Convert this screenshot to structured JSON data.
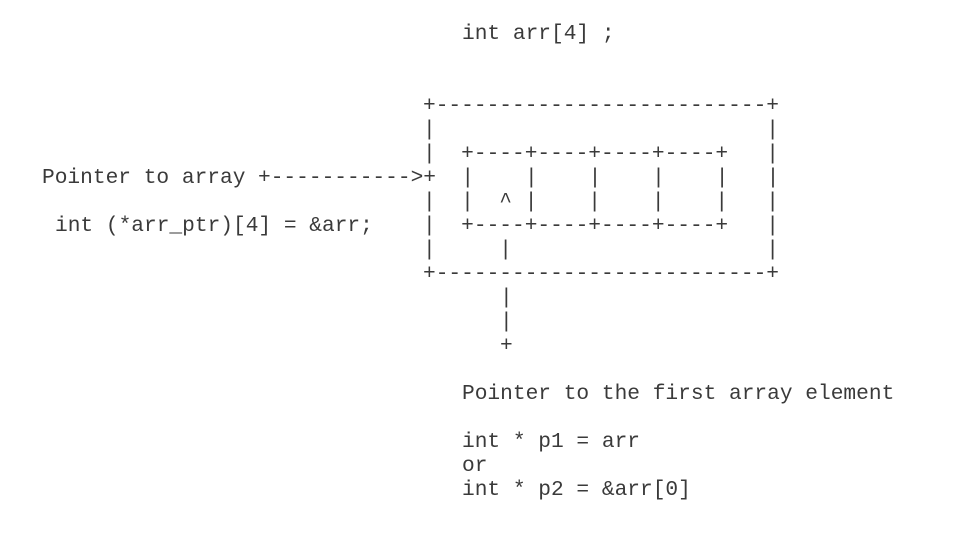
{
  "title": "int arr[4] ;",
  "array_pointer": {
    "label": "Pointer to array",
    "code": "int (*arr_ptr)[4] = &arr;"
  },
  "element_pointer": {
    "label": "Pointer to the first array element",
    "code1": "int * p1 = arr",
    "or": "or",
    "code2": "int * p2 = &arr[0]"
  },
  "art": {
    "outer_top": "+--------------------------+",
    "outer_side": "|                          |",
    "inner_top": "|  +----+----+----+----+   |",
    "arrow": "+----------->+  |    |    |    |    |   |",
    "caret_row": "|  |  ^ |    |    |    |   |",
    "inner_bottom": "|  +----+----+----+----+   |",
    "stem_row": "|     |                    |",
    "outer_bottom": "+--------------------------+",
    "stem": "|",
    "stem_end": "+"
  }
}
